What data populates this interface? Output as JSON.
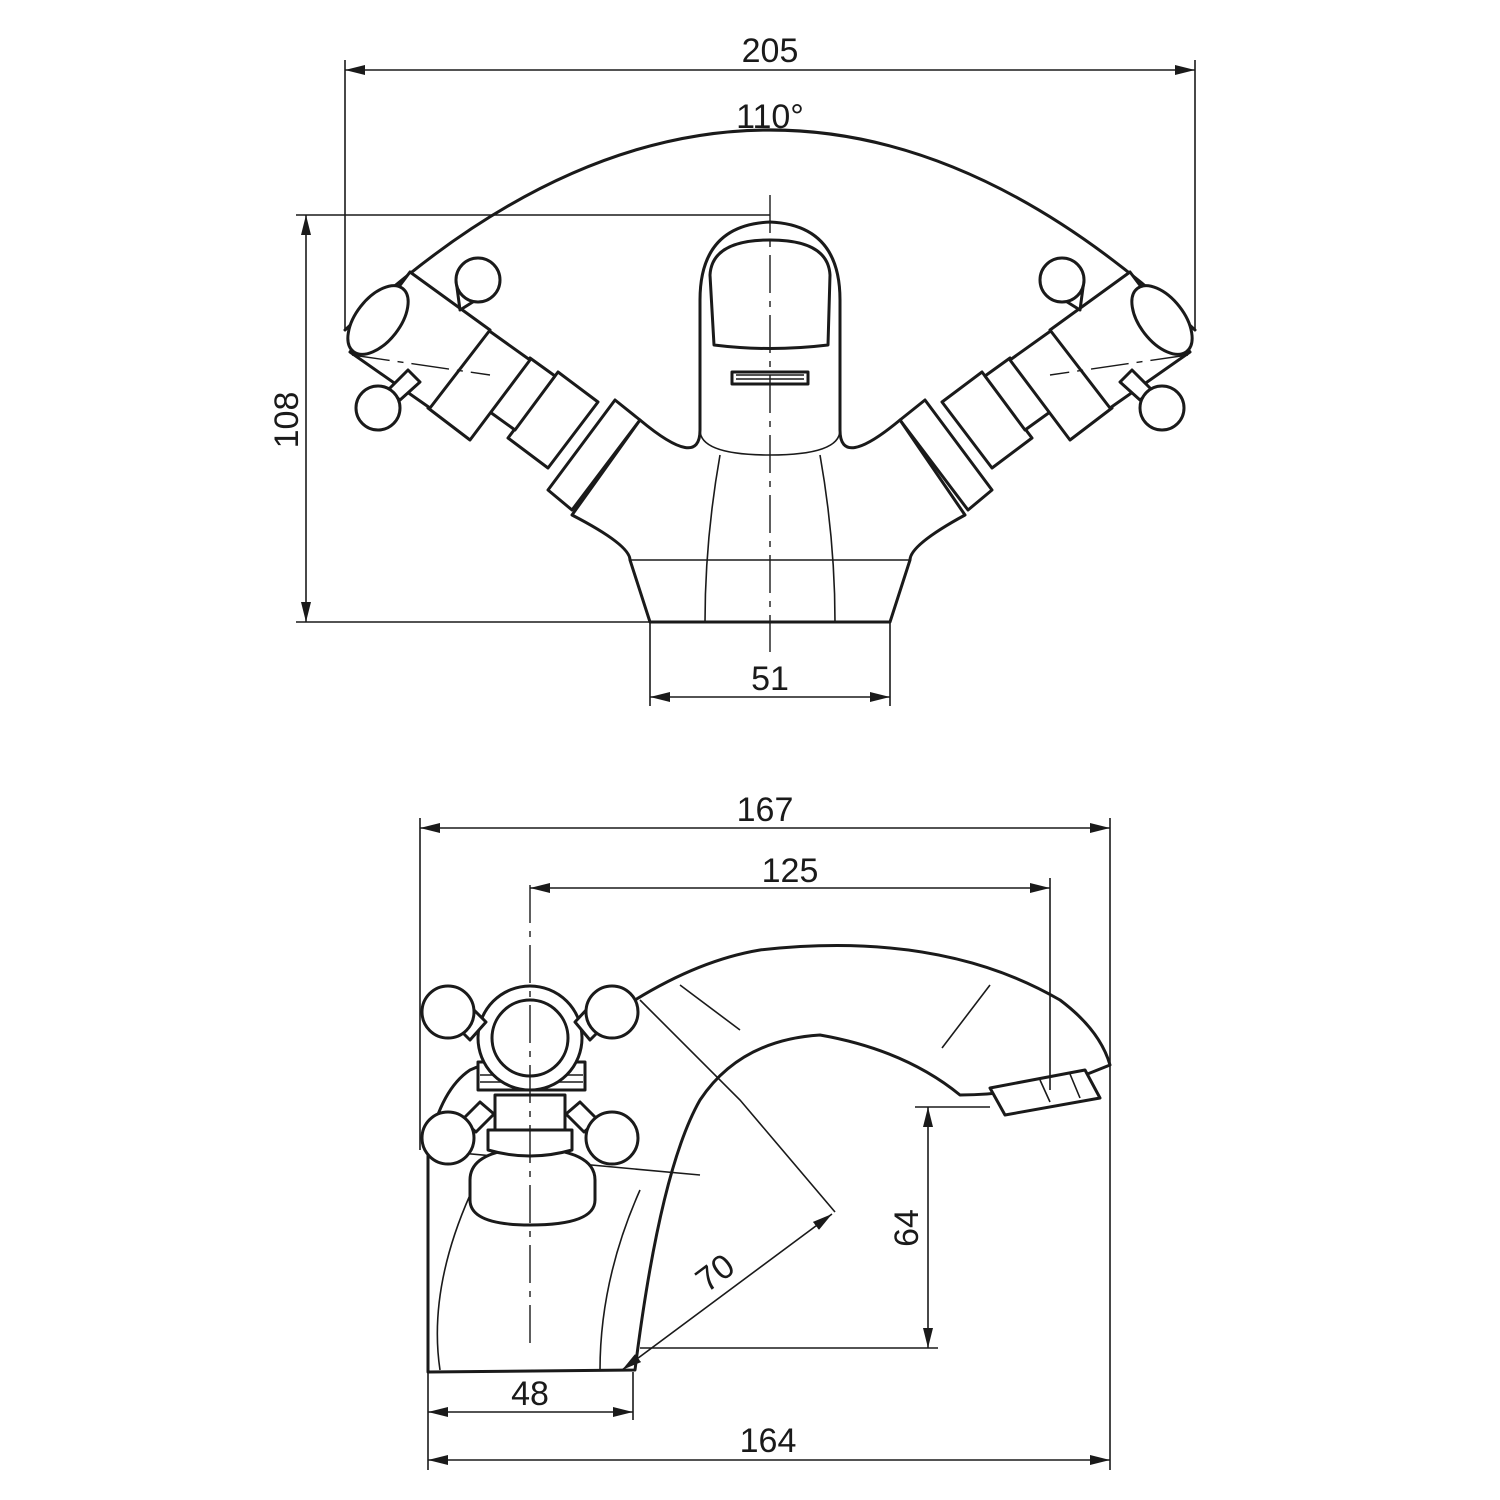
{
  "front_view": {
    "dim_width": "205",
    "dim_angle": "110°",
    "dim_height": "108",
    "dim_base": "51"
  },
  "side_view": {
    "dim_overall_top": "167",
    "dim_reach": "125",
    "dim_spout_height": "64",
    "dim_radius": "70",
    "dim_base_depth": "48",
    "dim_overall_bottom": "164"
  }
}
